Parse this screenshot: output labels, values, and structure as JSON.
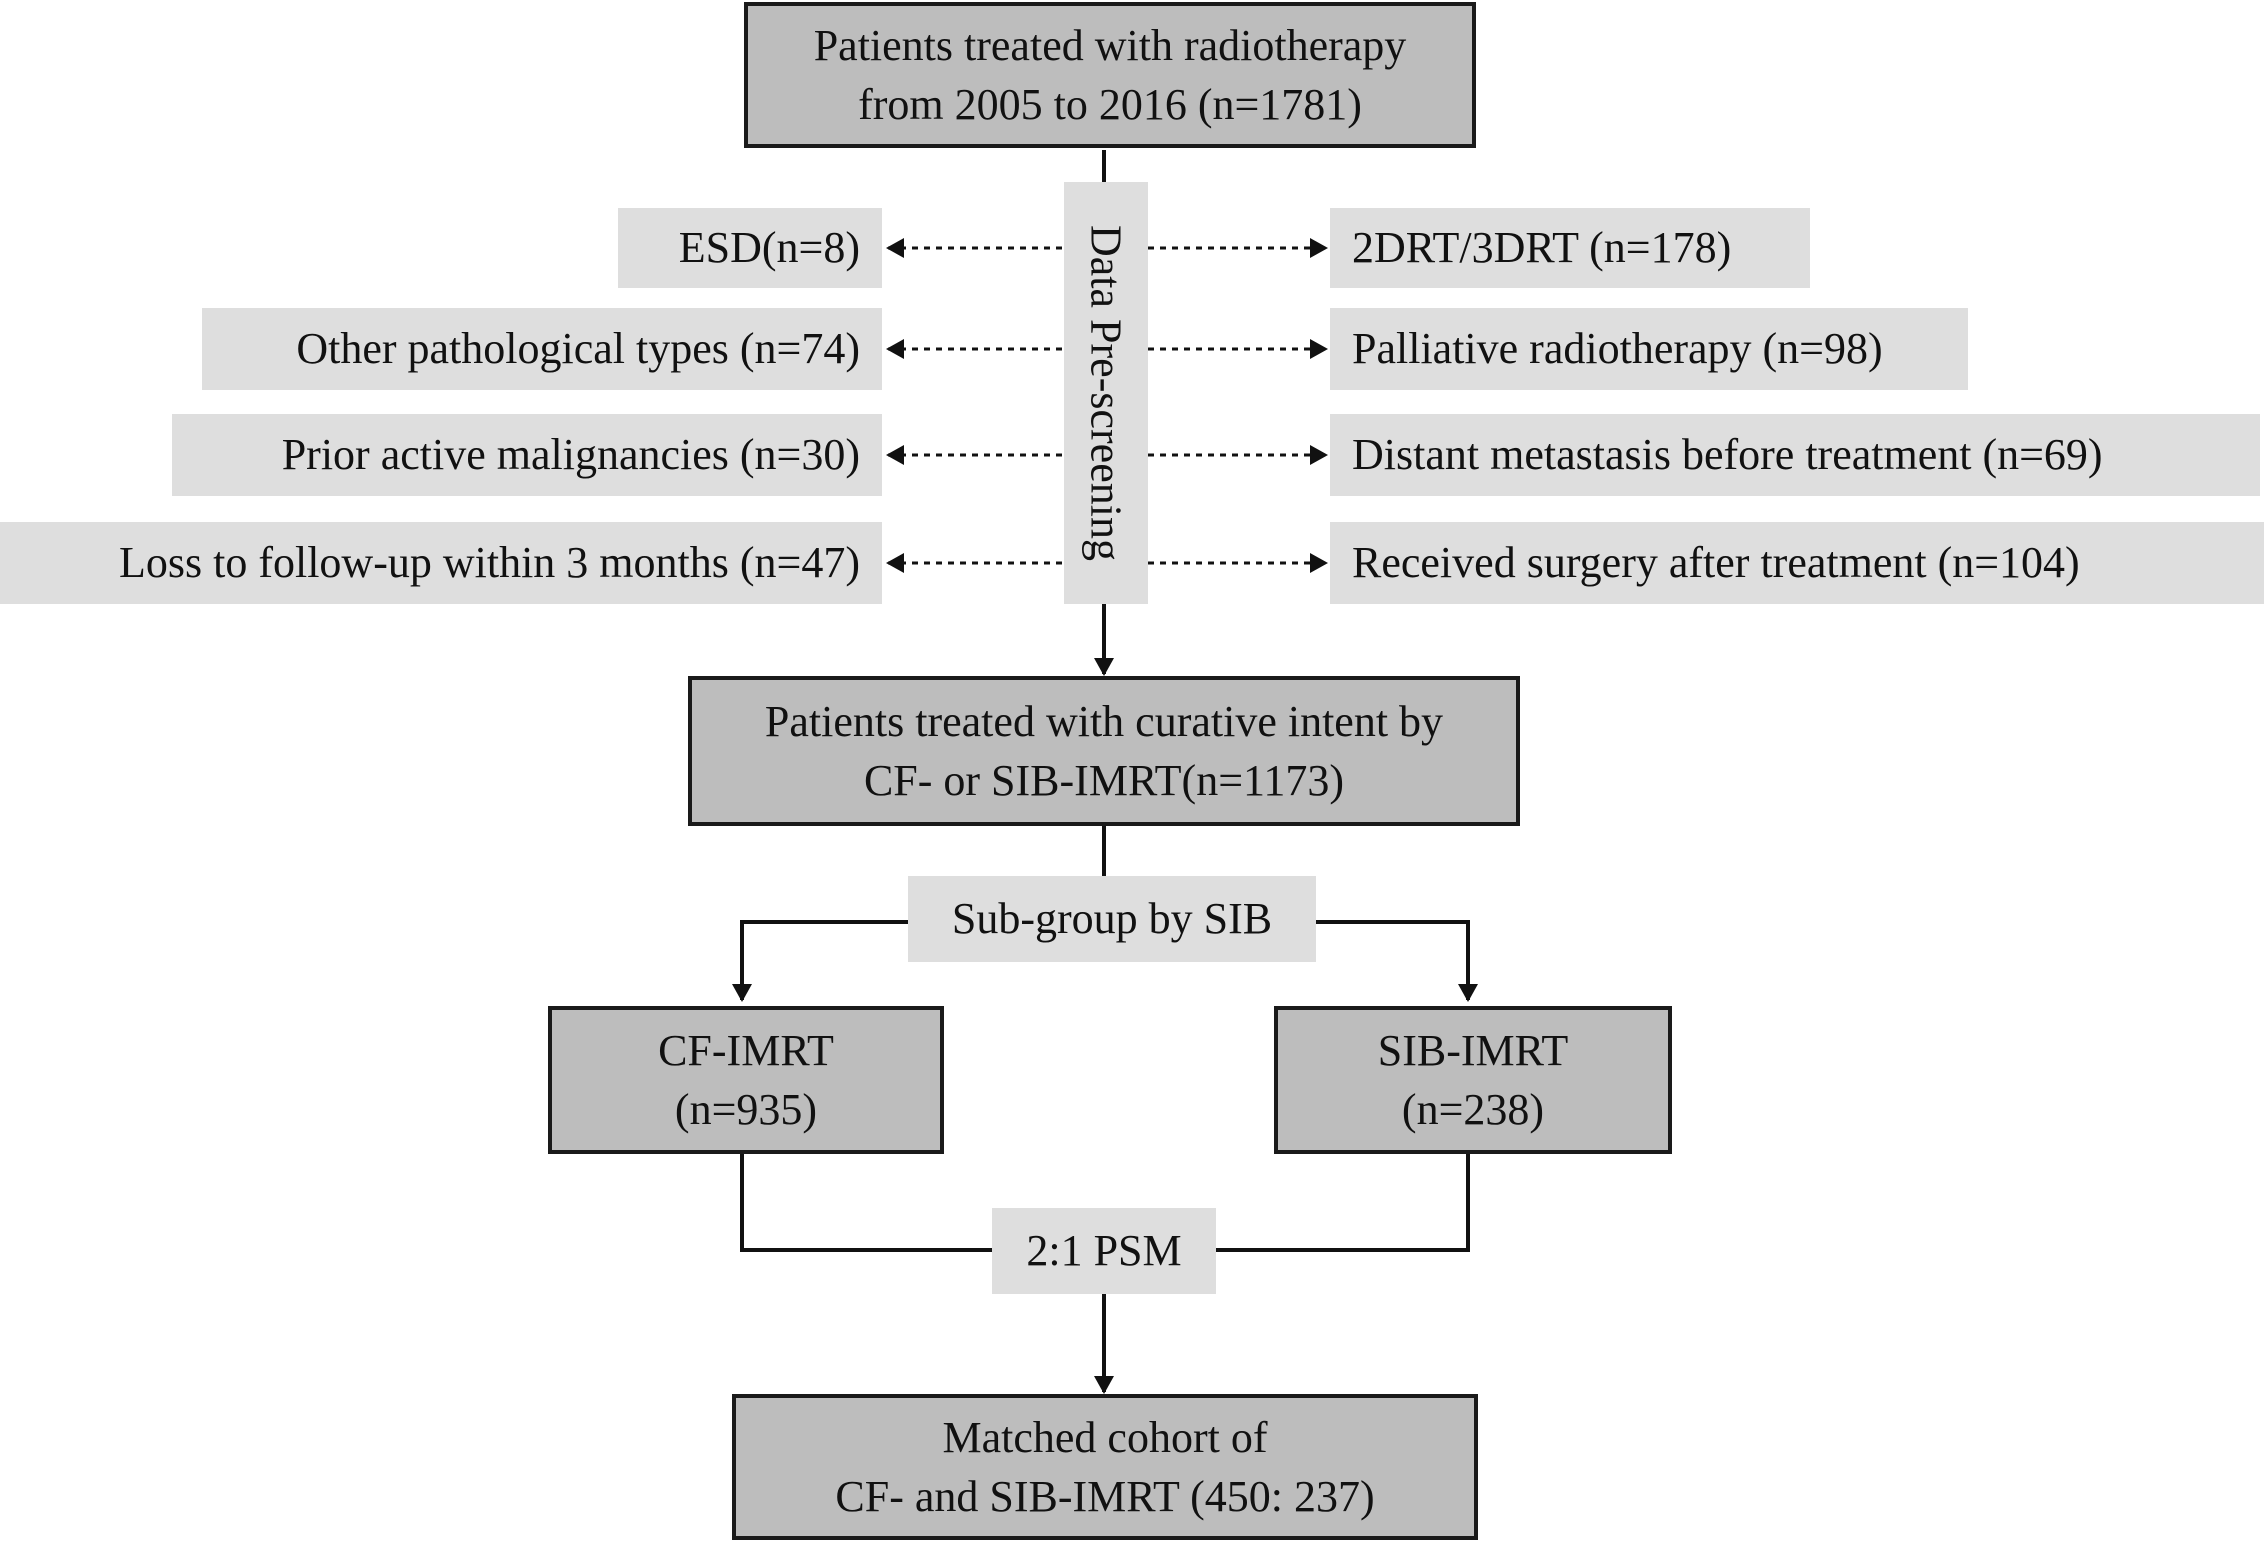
{
  "flowchart": {
    "top": {
      "line1": "Patients treated with radiotherapy",
      "line2": "from 2005 to 2016 (n=1781)"
    },
    "prescreen_label": "Data Pre-screening",
    "exclusions_left": [
      "ESD(n=8)",
      "Other pathological types (n=74)",
      "Prior active malignancies (n=30)",
      "Loss to follow-up within 3 months (n=47)"
    ],
    "exclusions_right": [
      "2DRT/3DRT (n=178)",
      "Palliative radiotherapy (n=98)",
      "Distant metastasis before treatment (n=69)",
      "Received surgery after treatment (n=104)"
    ],
    "curative": {
      "line1": "Patients treated with curative intent by",
      "line2": "CF- or SIB-IMRT(n=1173)"
    },
    "subgroup_label": "Sub-group by SIB",
    "cf_imrt": {
      "line1": "CF-IMRT",
      "line2": "(n=935)"
    },
    "sib_imrt": {
      "line1": "SIB-IMRT",
      "line2": "(n=238)"
    },
    "psm_label": "2:1 PSM",
    "matched": {
      "line1": "Matched cohort of",
      "line2": "CF- and SIB-IMRT (450: 237)"
    }
  }
}
